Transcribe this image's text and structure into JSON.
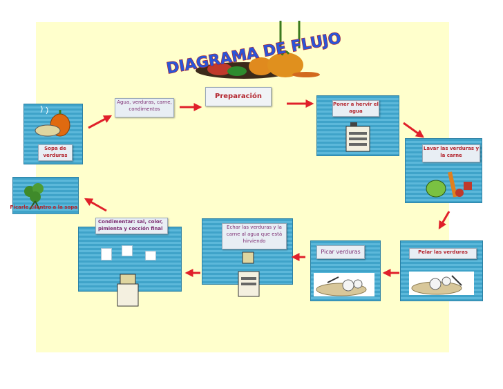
{
  "title": "DIAGRAMA DE FLUJO",
  "nodes": {
    "sopa": "Sopa de verduras",
    "ingredientes": "Agua, verduras, carne, condimentos",
    "preparacion": "Preparación",
    "hervir": "Poner a hervir el agua",
    "lavar": "Lavar las verduras y la carne",
    "pelar": "Pelar las verduras",
    "picar": "Picar verduras",
    "echar": "Echar las verduras y la carne al agua que está hirviendo",
    "condimentar": "Condimentar: sal, color, pimienta y cocción final",
    "cilantro": "Picarle cilantro a la sopa"
  },
  "colors": {
    "panel": "#3fa3c9",
    "arrow": "#e0202a",
    "label_text": "#b3262f",
    "canvas": "#ffffcc"
  },
  "icons": [
    "soup-pot-icon",
    "stove-icon",
    "cutting-board-icon",
    "vegetables-icon",
    "cilantro-icon",
    "salt-shaker-icon",
    "vegetable-basket-icon"
  ]
}
